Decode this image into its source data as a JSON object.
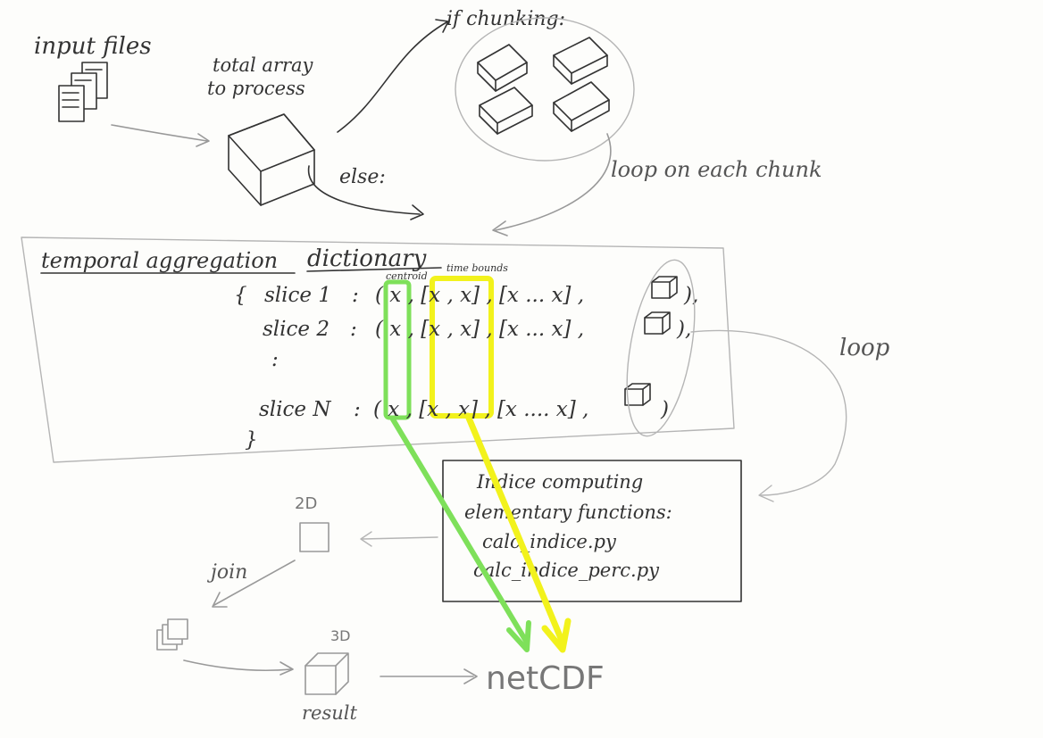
{
  "labels": {
    "input_files": "input files",
    "total_array_line1": "total array",
    "total_array_line2": "to process",
    "if_chunking": "if chunking:",
    "else": "else:",
    "loop_each_chunk": "loop on each chunk",
    "dictionary_title_part1": "temporal aggregation",
    "dictionary_title_part2": "dictionary",
    "centroid": "centroid",
    "time_bounds": "time bounds",
    "loop": "loop",
    "indice_box_line1": "Indice computing",
    "indice_box_line2": "elementary functions:",
    "indice_box_line3": "calc_indice.py",
    "indice_box_line4": "calc_indice_perc.py",
    "label_2d": "2D",
    "label_3d": "3D",
    "join": "join",
    "result": "result",
    "netcdf": "netCDF"
  },
  "dictionary_rows": [
    {
      "open": "{",
      "name": "slice 1",
      "sep": ":",
      "tuple": "( x , [x , x] , [x ... x] ,",
      "close": "),"
    },
    {
      "open": "",
      "name": "slice 2",
      "sep": ":",
      "tuple": "( x , [x , x] , [x ... x] ,",
      "close": "),"
    },
    {
      "open": "",
      "name": ":",
      "sep": "",
      "tuple": "",
      "close": ""
    },
    {
      "open": "",
      "name": "slice N",
      "sep": ":",
      "tuple": "( x , [x , x] , [x .... x] ,",
      "close": ")"
    },
    {
      "open": "}",
      "name": "",
      "sep": "",
      "tuple": "",
      "close": ""
    }
  ],
  "colors": {
    "ink": "#333333",
    "pencil_grey": "#999999",
    "green_highlight": "#7ee05a",
    "yellow_highlight": "#f2f21c",
    "pink_annotation": "#e8336d"
  }
}
